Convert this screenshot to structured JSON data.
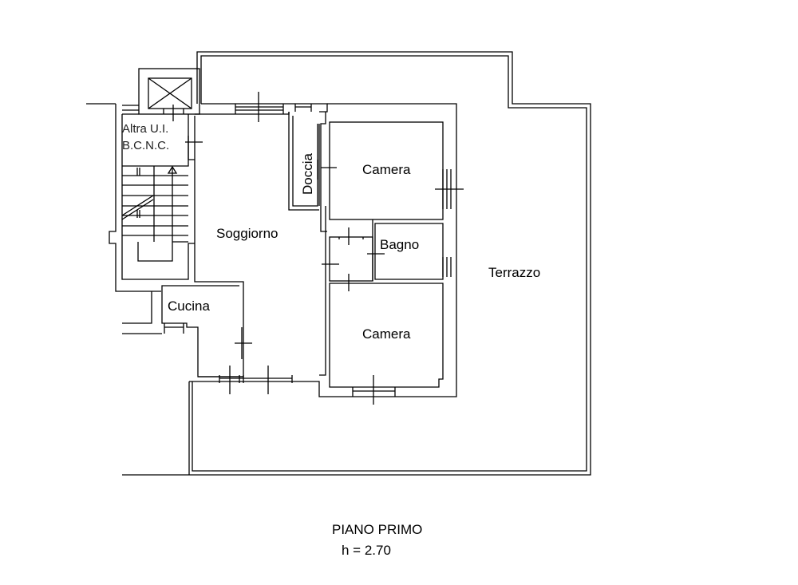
{
  "plan": {
    "title": "PIANO PRIMO",
    "height_note": "h = 2.70",
    "rooms": {
      "altra_ui": "Altra U.I.",
      "bcnc": "B.C.N.C.",
      "doccia": "Doccia",
      "camera_top": "Camera",
      "bagno": "Bagno",
      "soggiorno": "Soggiorno",
      "cucina": "Cucina",
      "camera_bottom": "Camera",
      "terrazzo": "Terrazzo"
    }
  }
}
